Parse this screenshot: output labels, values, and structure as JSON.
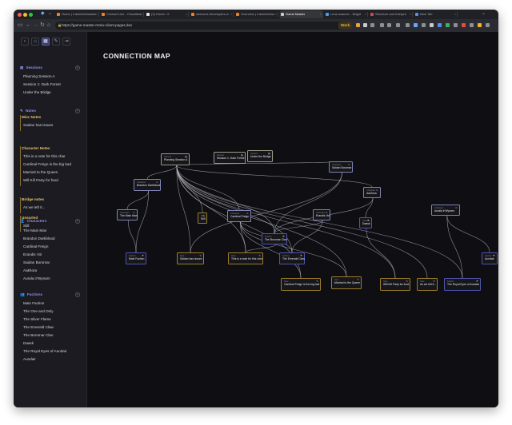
{
  "browser": {
    "tabs": [
      {
        "label": "Home | CallumMcIwaine",
        "active": false,
        "fav_color": "#f38020"
      },
      {
        "label": "Contact Line - Cloudflare",
        "active": false,
        "fav_color": "#f38020"
      },
      {
        "label": "(3) Home / X",
        "active": false,
        "fav_color": "#e8e8e8"
      },
      {
        "label": "welcome.developers.cl",
        "active": false,
        "fav_color": "#f38020"
      },
      {
        "label": "Overview | CallumMcIw",
        "active": false,
        "fav_color": "#f38020"
      },
      {
        "label": "Game Master",
        "active": true,
        "fav_color": "#c9c9d0"
      },
      {
        "label": "Lens scanner - Bright",
        "active": false,
        "fav_color": "#4a9cf0"
      },
      {
        "label": "Structure and Interpre",
        "active": false,
        "fav_color": "#d04a4a"
      },
      {
        "label": "New Tab",
        "active": false,
        "fav_color": "#5a8ee8"
      }
    ],
    "url": "https://game-master-remix-client.pages.dev",
    "profile_badge": "Work"
  },
  "sidebar": {
    "sessions": {
      "title": "Sessions",
      "items": [
        "Planning Session A",
        "Session 1: Dark Forest",
        "Under the Bridge"
      ]
    },
    "notes": {
      "title": "Notes",
      "groups": [
        {
          "title": "Misc Notes",
          "items": [
            "Saidan has issues"
          ]
        },
        {
          "title": "Character Notes",
          "items": [
            "This is a note for this char",
            "Cardinal Freign is the big bad",
            "Married to the Queen",
            "Will Kill Party for food"
          ]
        },
        {
          "title": "Bridge notes",
          "items": [
            "As we left it..."
          ]
        },
        {
          "title": "Unsorted",
          "items": [
            "Still"
          ]
        }
      ]
    },
    "characters": {
      "title": "Characters",
      "items": [
        "The Main Man",
        "Brandon Darkblood",
        "Cardinal Freign",
        "Erandis Vol",
        "Saidan Boromar",
        "Aakhora",
        "Aurala ir'Wynarn"
      ]
    },
    "factions": {
      "title": "Factions",
      "items": [
        "Main Faction",
        "The One and Only",
        "The Silver Flame",
        "The Emerald Claw",
        "The Boromar Clan",
        "Daask",
        "The Royal Eyes of Aundair",
        "Aundair"
      ]
    }
  },
  "main": {
    "title": "CONNECTION MAP",
    "nodes": [
      {
        "id": "planning",
        "type": "Session",
        "label": "Planning Session A",
        "kind": "sess"
      },
      {
        "id": "session1",
        "type": "Session",
        "label": "Session 1: Dark Forest",
        "kind": "sess"
      },
      {
        "id": "bridge",
        "type": "Session",
        "label": "Under the Bridge",
        "kind": "sess"
      },
      {
        "id": "saidan",
        "type": "Character",
        "label": "Saidan Boromar",
        "kind": "char"
      },
      {
        "id": "brandon",
        "type": "Character",
        "label": "Brandon Darkblood",
        "kind": "char"
      },
      {
        "id": "aakhora",
        "type": "Character",
        "label": "Aakhora",
        "kind": "char"
      },
      {
        "id": "aurala",
        "type": "Character",
        "label": "Aurala ir'Wynarn",
        "kind": "char"
      },
      {
        "id": "mainman",
        "type": "Character",
        "label": "The Main Man",
        "kind": "char"
      },
      {
        "id": "still",
        "type": "Note",
        "label": "Still",
        "kind": "note"
      },
      {
        "id": "cardinal",
        "type": "Character",
        "label": "Cardinal Freign",
        "kind": "char"
      },
      {
        "id": "erandis",
        "type": "Character",
        "label": "Erandis Vol",
        "kind": "char"
      },
      {
        "id": "daask",
        "type": "Faction",
        "label": "Daask",
        "kind": "fac"
      },
      {
        "id": "boromar",
        "type": "Faction",
        "label": "The Boromar Clan",
        "kind": "fac"
      },
      {
        "id": "mainfaction",
        "type": "Faction",
        "label": "Main Faction",
        "kind": "fac"
      },
      {
        "id": "saidanissues",
        "type": "Note",
        "label": "Saidan has issues",
        "kind": "note"
      },
      {
        "id": "charnote",
        "type": "Note",
        "label": "This is a note for this char",
        "kind": "note"
      },
      {
        "id": "emerald",
        "type": "Faction",
        "label": "The Emerald Claw",
        "kind": "fac"
      },
      {
        "id": "aundair",
        "type": "Faction",
        "label": "Aundair",
        "kind": "fac"
      },
      {
        "id": "bigbad",
        "type": "Note",
        "label": "Cardinal Freign is the big bad",
        "kind": "note"
      },
      {
        "id": "queen",
        "type": "Note",
        "label": "Married to the Queen",
        "kind": "note"
      },
      {
        "id": "willkill",
        "type": "Note",
        "label": "Will Kill Party for food",
        "kind": "note"
      },
      {
        "id": "asweleft",
        "type": "Note",
        "label": "As we left it...",
        "kind": "note"
      },
      {
        "id": "royaleyes",
        "type": "Faction",
        "label": "The Royal Eyes of Aundair",
        "kind": "fac"
      }
    ]
  },
  "colors": {
    "accent": "#8e8fe8",
    "note_group": "#e6c26b",
    "edge": "#b9bac4"
  }
}
